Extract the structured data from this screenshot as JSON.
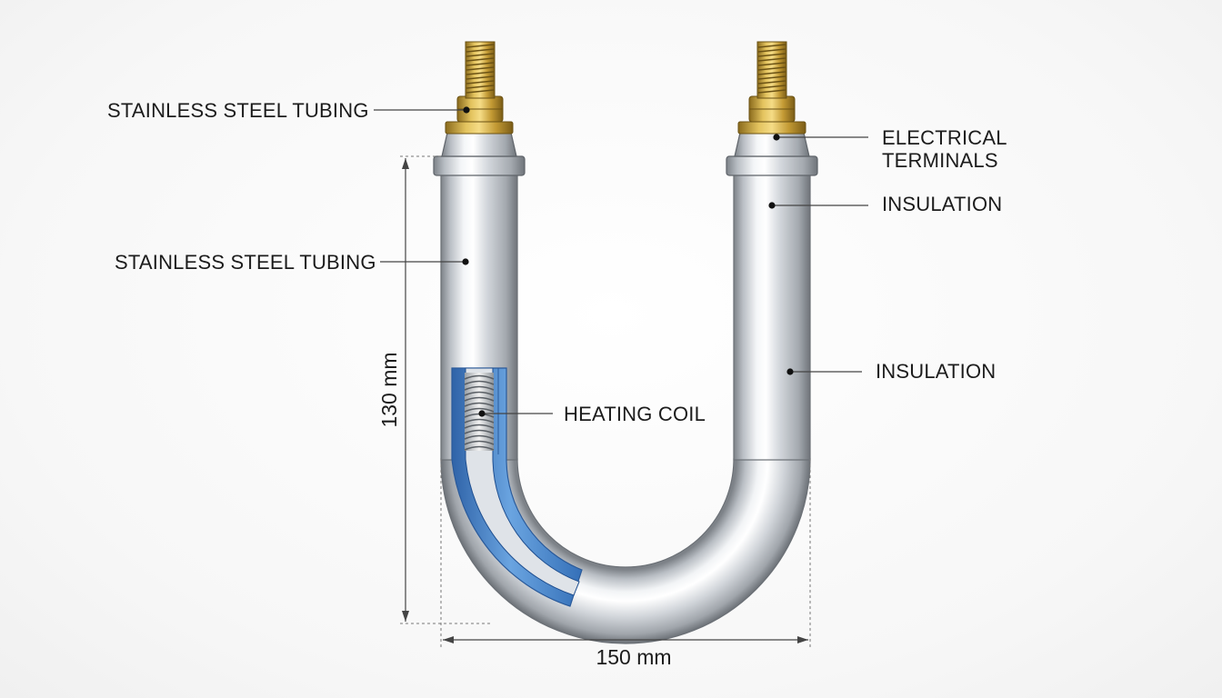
{
  "labels": {
    "top_left": "STAINLESS STEEL TUBING",
    "mid_left": "STAINLESS STEEL TUBING",
    "terminals_line1": "ELECTRICAL",
    "terminals_line2": "TERMINALS",
    "insulation_upper": "INSULATION",
    "insulation_lower": "INSULATION",
    "heating_coil": "HEATING COIL"
  },
  "dimensions": {
    "height": "130 mm",
    "width": "150 mm"
  },
  "colors": {
    "tube_steel": "#c9cdd2",
    "brass": "#c9a23a",
    "insulation_blue": "#3a7bc8"
  }
}
